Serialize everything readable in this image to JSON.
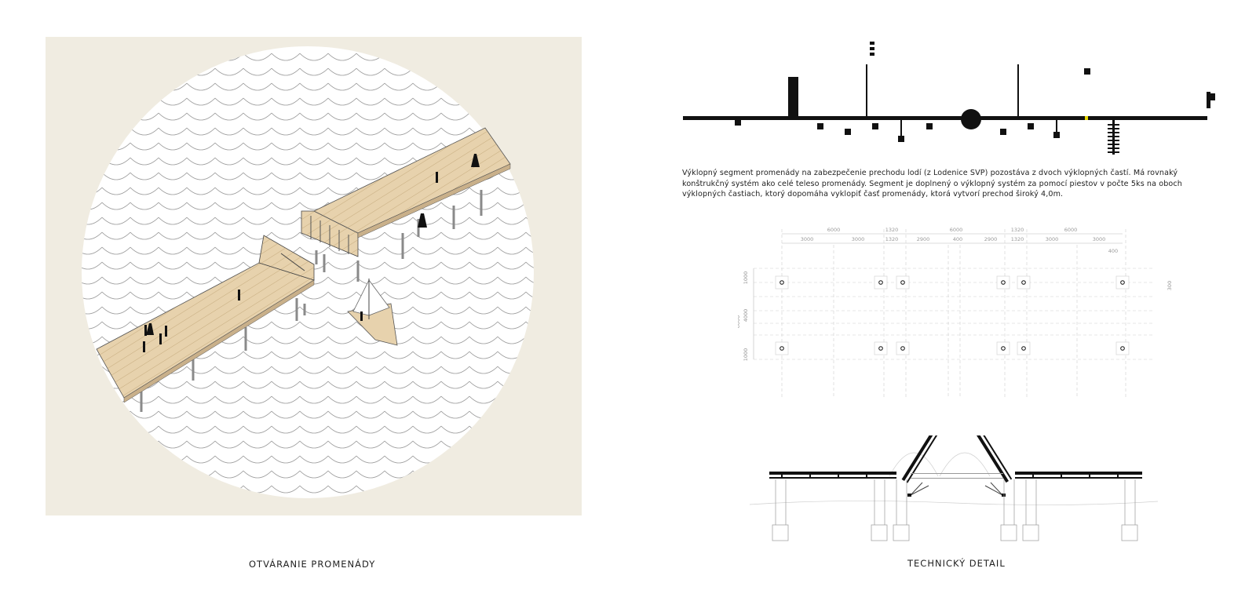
{
  "captions": {
    "left": "OTVÁRANIE PROMENÁDY",
    "right": "TECHNICKÝ DETAIL"
  },
  "description": "Výklopný segment promenády na zabezpečenie prechodu lodí (z Lodenice SVP) pozostáva z dvoch výklopných častí. Má rovnaký konštrukčný systém ako celé teleso promenády. Segment je doplnený o výklopný systém za pomocí piestov v počte 5ks na oboch výklopných častiach, ktorý dopomáha vyklopiť časť promenády, ktorá vytvorí prechod široký 4,0m.",
  "plan_dimensions": {
    "top_row": [
      "6000",
      "1320",
      "6000",
      "1320",
      "6000"
    ],
    "second_row": [
      "3000",
      "3000",
      "1320",
      "2900",
      "400",
      "2900",
      "1320",
      "3000",
      "3000"
    ],
    "side_total": "6000",
    "side_parts": [
      "1000",
      "4000",
      "1000"
    ],
    "right_small": [
      "400",
      "300"
    ]
  },
  "colors": {
    "panel_bg": "#f0ece1",
    "wood": "#e7d2ad",
    "ink": "#111111",
    "accent": "#e8d800"
  }
}
